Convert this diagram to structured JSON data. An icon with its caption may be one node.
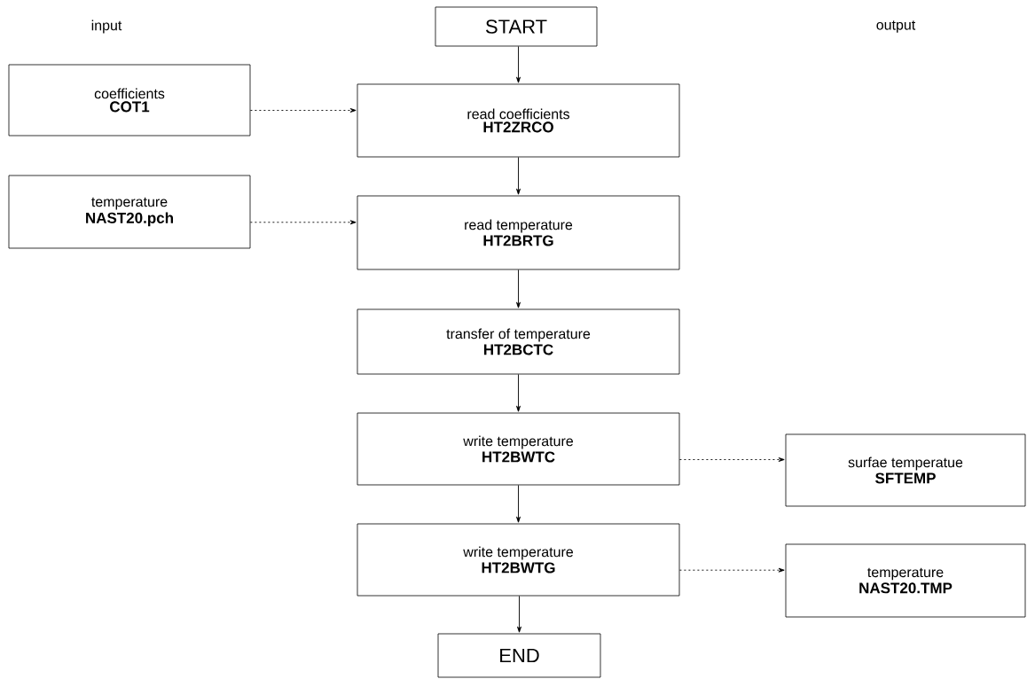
{
  "diagram": {
    "nodes": [
      {
        "text": [
          "START"
        ]
      },
      {
        "text": [
          "coefficients",
          "COT1"
        ]
      },
      {
        "text": [
          "read coefficients",
          "HT2ZRCO"
        ]
      },
      {
        "text": [
          "temperature",
          "NAST20.pch"
        ]
      },
      {
        "text": [
          "read temperature",
          "HT2BRTG"
        ]
      },
      {
        "text": [
          "transfer of temperature",
          "HT2BCTC"
        ]
      },
      {
        "text": [
          "write temperature",
          "HT2BWTC"
        ]
      },
      {
        "text": [
          "surfae temperatue",
          "SFTEMP"
        ]
      },
      {
        "text": [
          "write temperature",
          "HT2BWTG"
        ]
      },
      {
        "text": [
          "temperature",
          "NAST20.TMP"
        ]
      },
      {
        "text": [
          "END"
        ]
      }
    ],
    "edges": [
      {
        "from": 0,
        "to": 2,
        "arrow": "to"
      },
      {
        "from": 1,
        "to": 2,
        "arrow": "to",
        "style": "dashed"
      },
      {
        "from": 2,
        "to": 4,
        "arrow": "to"
      },
      {
        "from": 3,
        "to": 4,
        "arrow": "to",
        "style": "dashed"
      },
      {
        "from": 4,
        "to": 5,
        "arrow": "to"
      },
      {
        "from": 5,
        "to": 6,
        "arrow": "to"
      },
      {
        "from": 6,
        "to": 7,
        "arrow": "to",
        "style": "dashed"
      },
      {
        "from": 6,
        "to": 8,
        "arrow": "to"
      },
      {
        "from": 8,
        "to": 9,
        "arrow": "to",
        "style": "dashed"
      },
      {
        "from": 8,
        "to": 10,
        "arrow": "to"
      }
    ],
    "labels": [
      "input",
      "output"
    ]
  }
}
